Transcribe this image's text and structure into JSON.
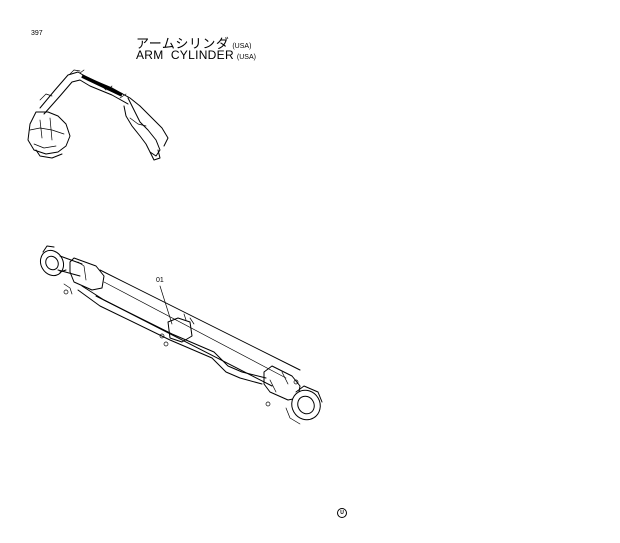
{
  "page": {
    "number": "397",
    "title_jp": "アームシリンダ",
    "title_en": "ARM  CYLINDER",
    "region_tag": "(USA)"
  },
  "callouts": [
    {
      "label": "01"
    }
  ],
  "footer": {
    "mark": "U"
  }
}
